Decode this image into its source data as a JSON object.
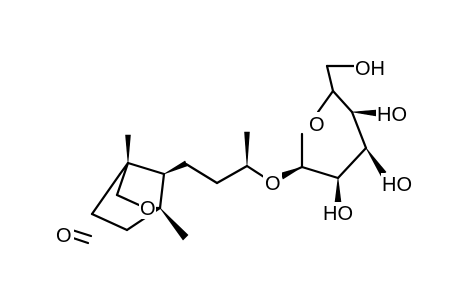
{
  "molecule": {
    "atoms": {
      "ketone_o": "O",
      "bridge_o": "O",
      "ether_o": "O",
      "ring_o": "O",
      "ch2_oh": "OH",
      "oh_4": "HO",
      "oh_3": "HO",
      "oh_2": "HO"
    }
  }
}
